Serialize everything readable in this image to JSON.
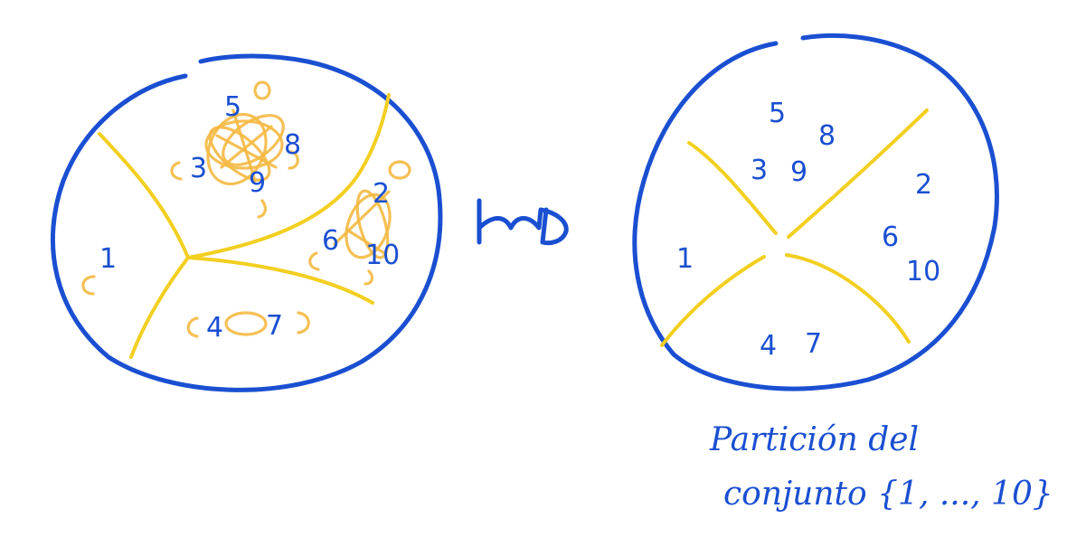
{
  "left_diagram": {
    "labels": [
      "5",
      "8",
      "3",
      "9",
      "2",
      "6",
      "10",
      "1",
      "4",
      "7"
    ]
  },
  "right_diagram": {
    "labels": [
      "5",
      "8",
      "3",
      "9",
      "2",
      "6",
      "10",
      "1",
      "4",
      "7"
    ]
  },
  "caption": {
    "line1": "Partición del",
    "line2": "conjunto {1, ..., 10}"
  },
  "colors": {
    "ink_blue": "#1a4fd1",
    "partition_yellow": "#f2cf21",
    "relation_orange": "#f4b942"
  }
}
